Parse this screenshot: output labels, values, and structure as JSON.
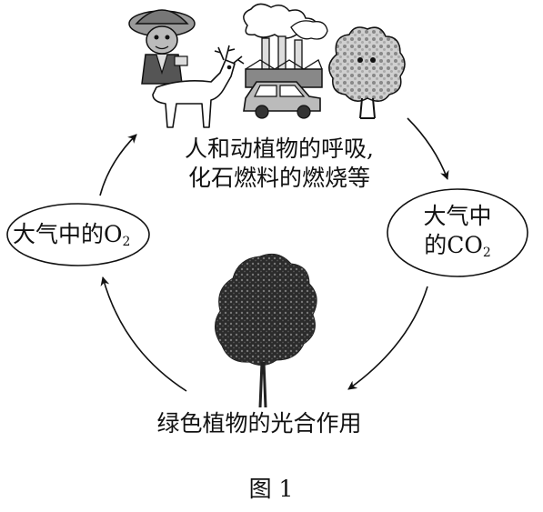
{
  "top_text": {
    "line1": "人和动植物的呼吸,",
    "line2": "化石燃料的燃烧等"
  },
  "o2_node": {
    "prefix": "大气中的O",
    "sub": "2"
  },
  "co2_node": {
    "line1": "大气中",
    "prefix": "的CO",
    "sub": "2"
  },
  "bottom_text": "绿色植物的光合作用",
  "caption": "图 1",
  "icons": [
    "farmer-icon",
    "deer-icon",
    "factory-icon",
    "car-icon",
    "bush-icon",
    "tree-icon"
  ]
}
